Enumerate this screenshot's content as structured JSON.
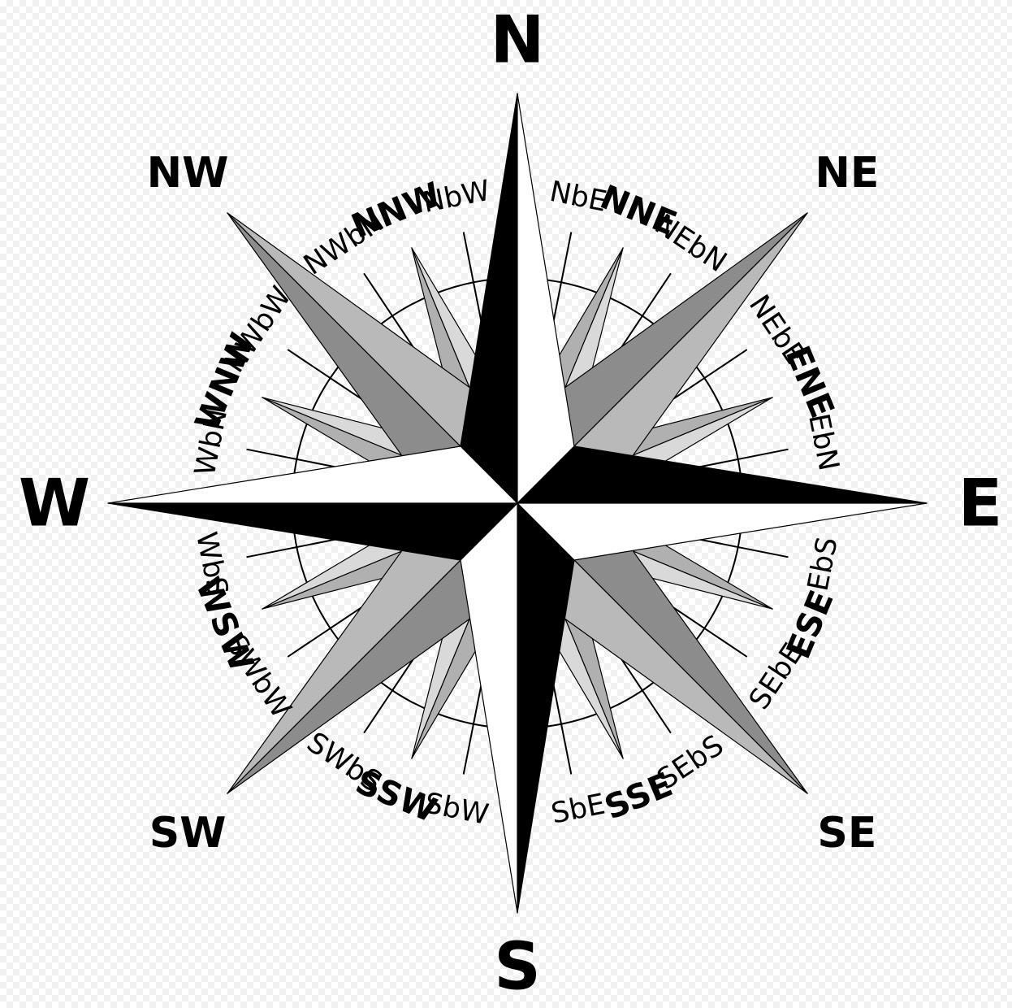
{
  "figure": {
    "type": "compass-rose",
    "colors": {
      "dark": "#000000",
      "light": "#ffffff",
      "intercardinal_dark": "#8c8c8c",
      "intercardinal_light": "#b9b9b9",
      "half_wind_dark": "#b0b0b0",
      "half_wind_light": "#d9d9d9",
      "outline": "#000000"
    },
    "cardinal": [
      {
        "label": "N",
        "bearing": 0
      },
      {
        "label": "E",
        "bearing": 90
      },
      {
        "label": "S",
        "bearing": 180
      },
      {
        "label": "W",
        "bearing": 270
      }
    ],
    "intercardinal": [
      {
        "label": "NE",
        "bearing": 45
      },
      {
        "label": "SE",
        "bearing": 135
      },
      {
        "label": "SW",
        "bearing": 225
      },
      {
        "label": "NW",
        "bearing": 315
      }
    ],
    "half_winds": [
      {
        "label": "NNE",
        "bearing": 22.5
      },
      {
        "label": "ENE",
        "bearing": 67.5
      },
      {
        "label": "ESE",
        "bearing": 112.5
      },
      {
        "label": "SSE",
        "bearing": 157.5
      },
      {
        "label": "SSW",
        "bearing": 202.5
      },
      {
        "label": "WSW",
        "bearing": 247.5
      },
      {
        "label": "WNW",
        "bearing": 292.5
      },
      {
        "label": "NNW",
        "bearing": 337.5
      }
    ],
    "quarter_winds": [
      {
        "label": "NbE",
        "bearing": 11.25
      },
      {
        "label": "NEbN",
        "bearing": 33.75
      },
      {
        "label": "NEbE",
        "bearing": 56.25
      },
      {
        "label": "EbN",
        "bearing": 78.75
      },
      {
        "label": "EbS",
        "bearing": 101.25
      },
      {
        "label": "SEbE",
        "bearing": 123.75
      },
      {
        "label": "SEbS",
        "bearing": 146.25
      },
      {
        "label": "SbE",
        "bearing": 168.75
      },
      {
        "label": "SbW",
        "bearing": 191.25
      },
      {
        "label": "SWbS",
        "bearing": 213.75
      },
      {
        "label": "SWbW",
        "bearing": 236.25
      },
      {
        "label": "WbS",
        "bearing": 258.75
      },
      {
        "label": "WbN",
        "bearing": 281.25
      },
      {
        "label": "NWbW",
        "bearing": 303.75
      },
      {
        "label": "NWbN",
        "bearing": 326.25
      },
      {
        "label": "NbW",
        "bearing": 348.75
      }
    ]
  }
}
